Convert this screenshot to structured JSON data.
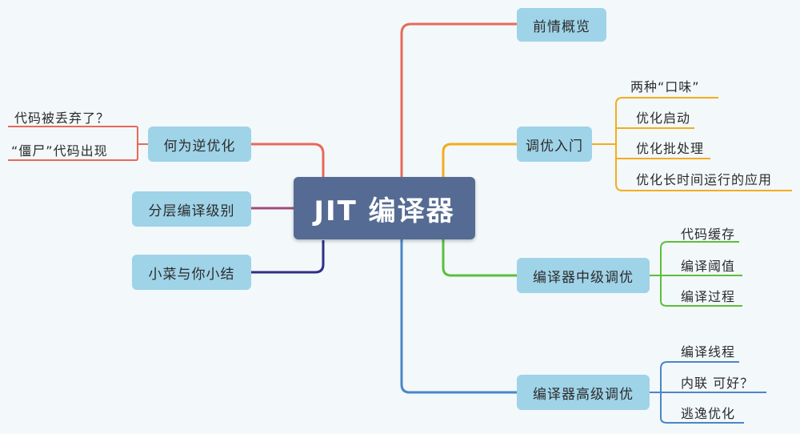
{
  "center": {
    "title": "JIT 编译器"
  },
  "left": {
    "deopt": {
      "label": "何为逆优化",
      "leaves": [
        "代码被丢弃了？",
        "“僵尸”代码出现"
      ]
    },
    "tiered": {
      "label": "分层编译级别"
    },
    "summary": {
      "label": "小菜与你小结"
    }
  },
  "right": {
    "overview": {
      "label": "前情概览"
    },
    "intro": {
      "label": "调优入门",
      "leaves": [
        "两种“口味”",
        "优化启动",
        "优化批处理",
        "优化长时间运行的应用"
      ]
    },
    "mid": {
      "label": "编译器中级调优",
      "leaves": [
        "代码缓存",
        "编译阈值",
        "编译过程"
      ]
    },
    "adv": {
      "label": "编译器高级调优",
      "leaves": [
        "编译线程",
        "内联 可好？",
        "逃逸优化"
      ]
    }
  },
  "colors": {
    "red": "#e8695a",
    "maroon": "#a34a7a",
    "navy": "#2e2f86",
    "orange": "#f3ad1e",
    "green": "#5cbf3b",
    "blue": "#4a86c8",
    "node": "#9fd3e8",
    "center": "#556b93"
  }
}
